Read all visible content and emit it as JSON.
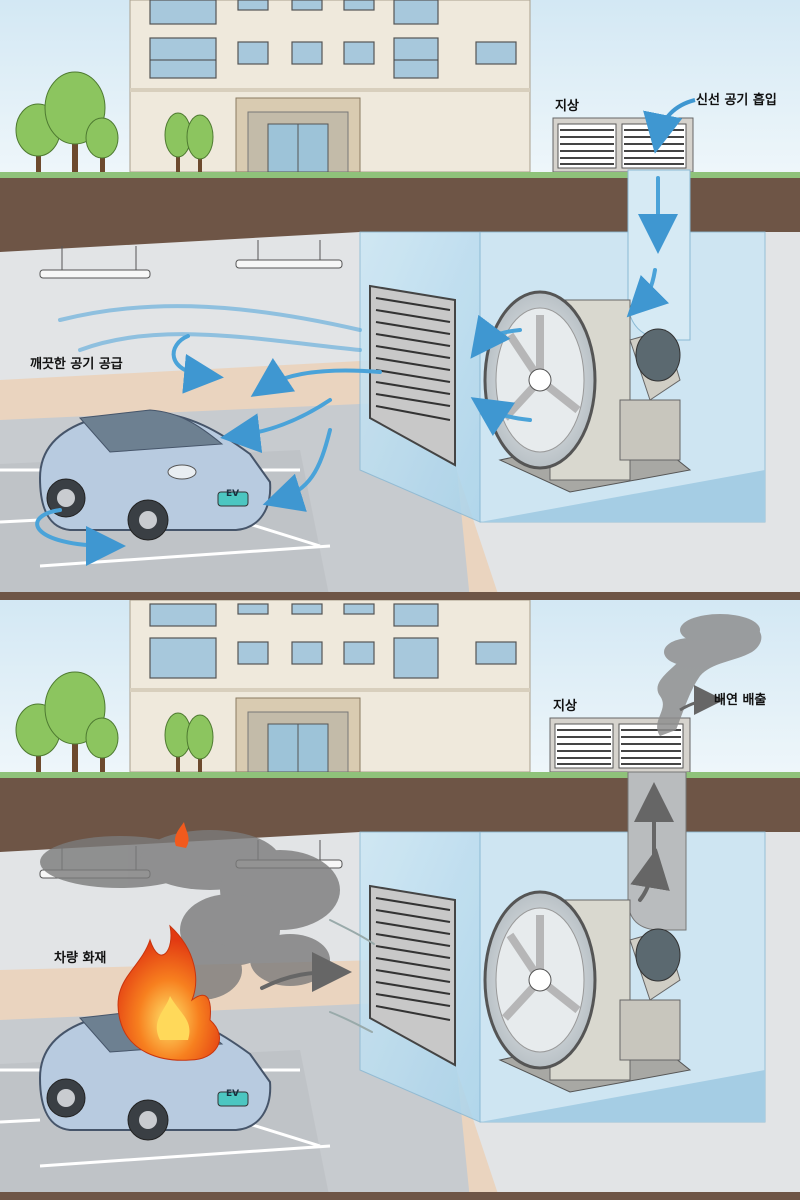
{
  "panels": [
    {
      "mode": "supply",
      "labels": {
        "ground": "지상",
        "intake": "신선 공기 흡입",
        "supply": "깨끗한 공기 공급"
      }
    },
    {
      "mode": "exhaust",
      "labels": {
        "ground": "지상",
        "exhaust": "배연 배출",
        "fire": "차량 화재"
      }
    }
  ],
  "car": {
    "badge": "EV"
  },
  "colors": {
    "sky": "#dcecf5",
    "soil": "#6e5546",
    "grass": "#8fc27a",
    "garage_wall": "#e4e6e8",
    "garage_floor": "#c9cdd1",
    "fan_box": "#b7dcef",
    "airflow": "#4aa3d9",
    "smoke": "#8a8a8a",
    "fire": "#f25a1d",
    "car": "#b8cbe0"
  }
}
